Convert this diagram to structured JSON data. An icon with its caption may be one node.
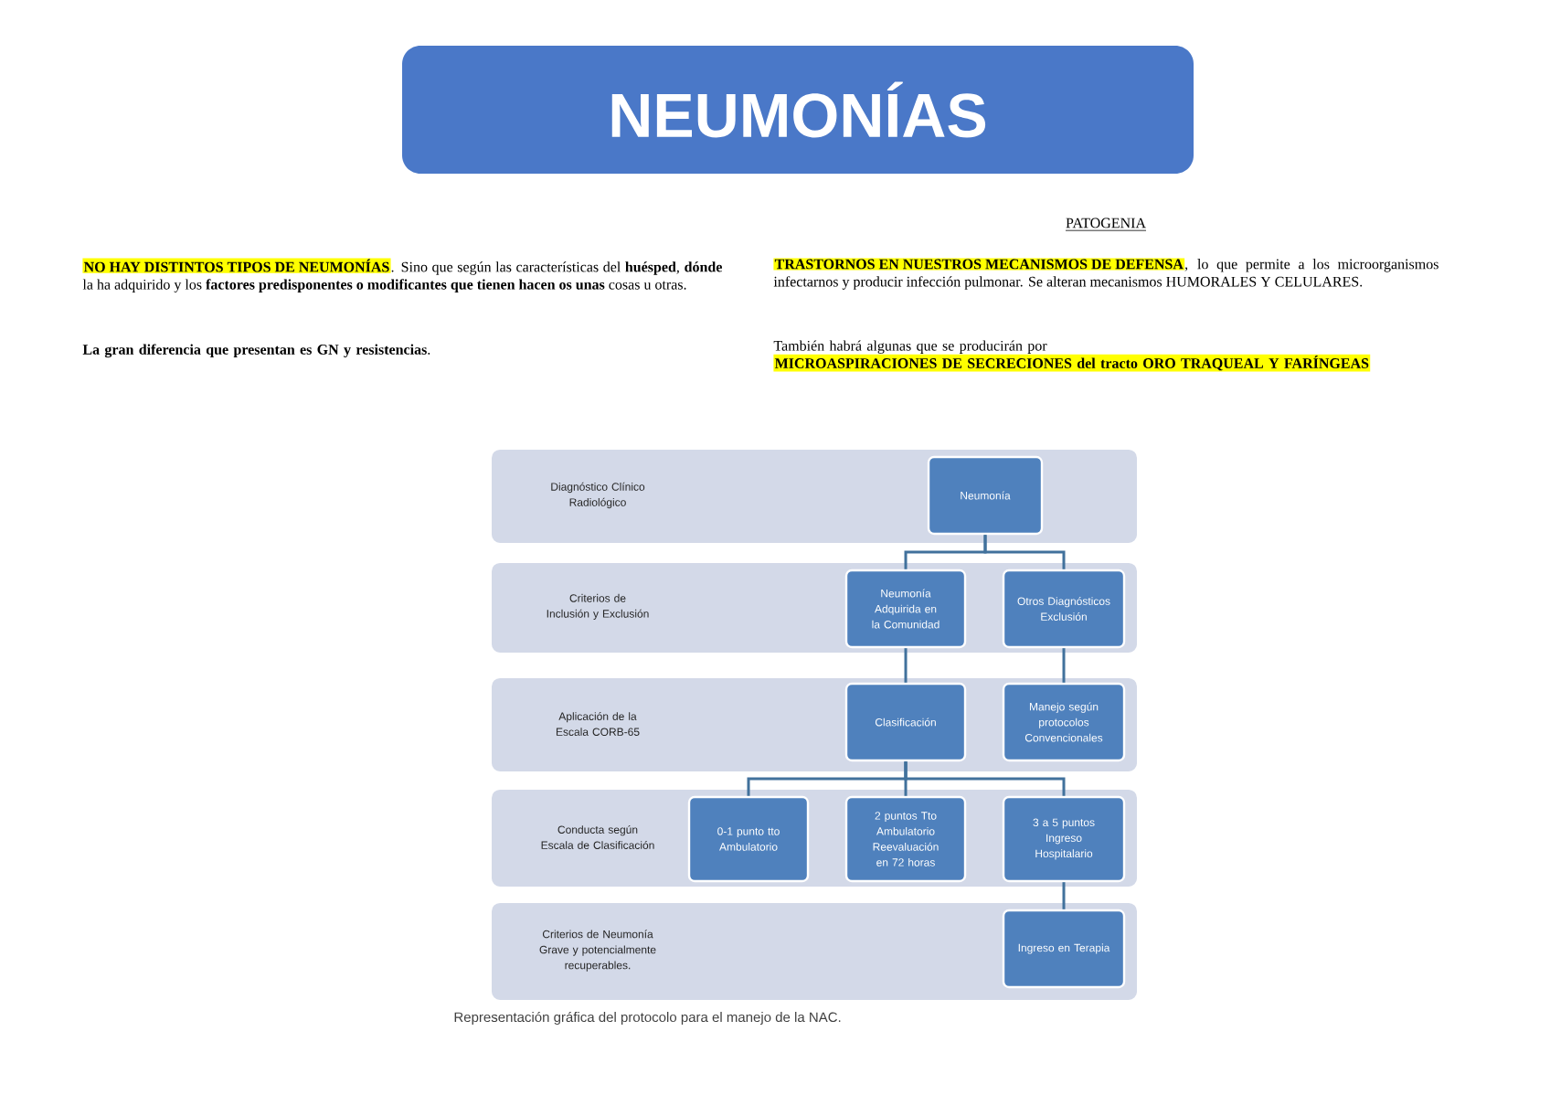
{
  "diagram": {
    "title": "NEUMONÍAS",
    "caption": "Representación gráfica del protocolo para el manejo de la NAC.",
    "nodes": [
      {
        "text": [
          "Diagnóstico Clínico Radiológico"
        ]
      },
      {
        "text": [
          "Neumonía"
        ],
        "in": 0
      },
      {
        "text": [
          "Criterios de Inclusión y Exclusión"
        ]
      },
      {
        "text": [
          "Neumonía Adquirida en la Comunidad"
        ],
        "in": 2
      },
      {
        "text": [
          "Otros Diagnósticos Exclusión"
        ],
        "in": 2
      },
      {
        "text": [
          "Aplicación de la Escala CORB-65"
        ]
      },
      {
        "text": [
          "Clasificación"
        ],
        "in": 5
      },
      {
        "text": [
          "Manejo según protocolos Convencionales"
        ],
        "in": 5
      },
      {
        "text": [
          "Conducta según Escala de Clasificación"
        ]
      },
      {
        "text": [
          "0-1 punto tto Ambulatorio"
        ],
        "in": 8
      },
      {
        "text": [
          "2 puntos Tto Ambulatorio Reevaluación en 72 horas"
        ],
        "in": 8
      },
      {
        "text": [
          "3 a 5 puntos Ingreso Hospitalario"
        ],
        "in": 8
      },
      {
        "text": [
          "Criterios de Neumonía Grave y potencialmente recuperables."
        ]
      },
      {
        "text": [
          "Ingreso en Terapia"
        ],
        "in": 12
      }
    ],
    "edges": [
      {
        "from": 1,
        "to": 3,
        "arrow": "none"
      },
      {
        "from": 1,
        "to": 4,
        "arrow": "none"
      },
      {
        "from": 3,
        "to": 6,
        "arrow": "none"
      },
      {
        "from": 4,
        "to": 7,
        "arrow": "none"
      },
      {
        "from": 6,
        "to": 9,
        "arrow": "none"
      },
      {
        "from": 6,
        "to": 10,
        "arrow": "none"
      },
      {
        "from": 6,
        "to": 11,
        "arrow": "none"
      },
      {
        "from": 11,
        "to": 13,
        "arrow": "none"
      }
    ],
    "labels": [
      "NO HAY DISTINTOS TIPOS DE NEUMONÍAS",
      ". Sino que según las características del **huésped**, **dónde** la ha adquirido y los **factores predisponentes o modificantes que tienen hacen os unas** cosas u otras.",
      "**La gran diferencia que presentan es GN y resistencias**.",
      "PATOGENIA",
      "TRASTORNOS EN NUESTROS MECANISMOS DE DEFENSA",
      ", lo que permite a los microorganismos infectarnos y producir infección pulmonar. Se alteran mecanismos HUMORALES Y CELULARES.",
      "También habrá algunas que se producirán por",
      "MICROASPIRACIONES DE SECRECIONES del tracto ORO TRAQUEAL Y FARÍNGEAS"
    ]
  }
}
